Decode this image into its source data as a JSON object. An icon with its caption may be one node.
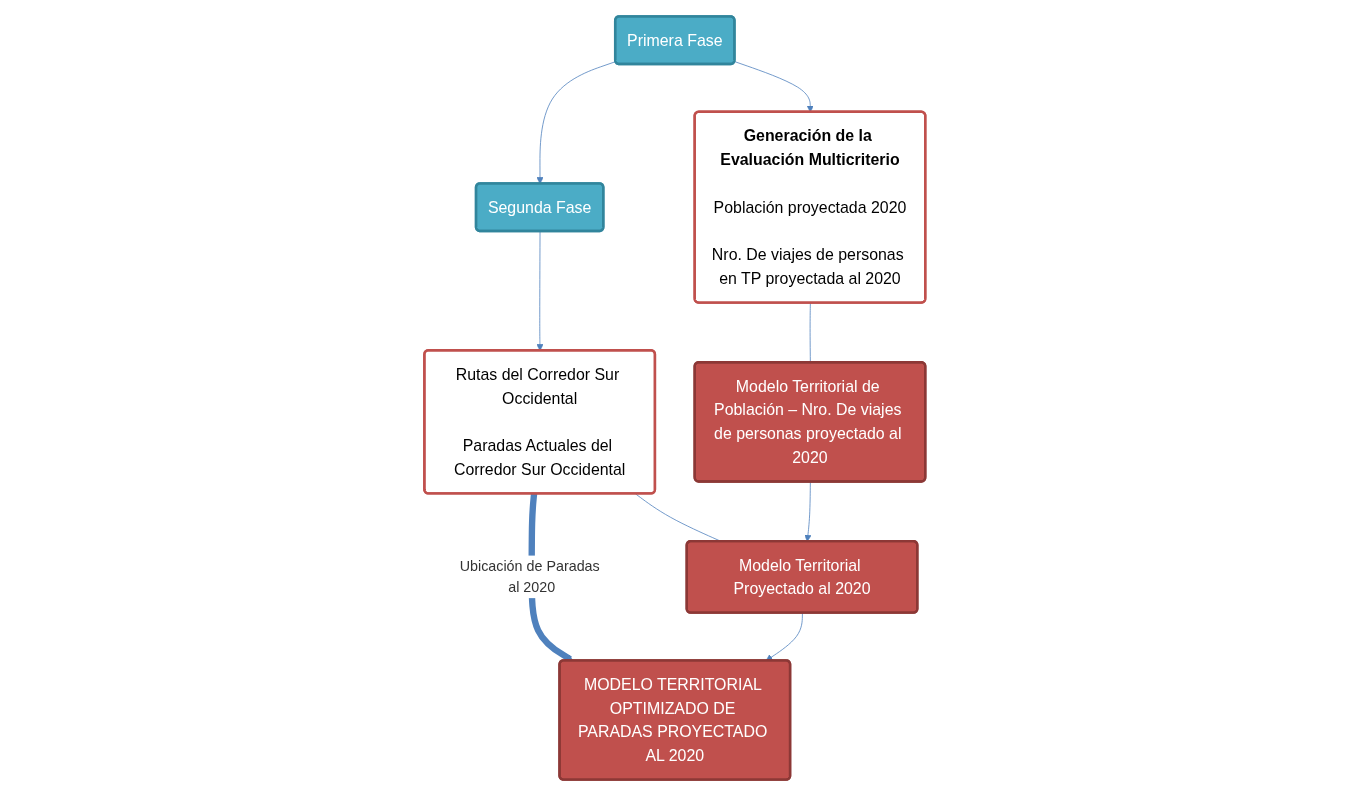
{
  "diagram": {
    "nodes": [
      {
        "text": [
          "Primera Fase"
        ]
      },
      {
        "text": [
          "Segunda Fase"
        ]
      },
      {
        "text": [
          "Generación de la Evaluación Multicriterio",
          "Población proyectada 2020",
          "Nro. De viajes de personas en TP proyectada al 2020"
        ]
      },
      {
        "text": [
          "Rutas del Corredor Sur Occidental",
          "Paradas Actuales del Corredor Sur Occidental"
        ]
      },
      {
        "text": [
          "MODELO TERRITORIAL OPTIMIZADO DE PARADAS PROYECTADO AL 2020"
        ]
      },
      {
        "text": [
          "Modelo Territorial de Población – Nro. De viajes de personas proyectado al 2020"
        ]
      },
      {
        "text": [
          "Modelo Territorial Proyectado al 2020"
        ]
      }
    ],
    "edges": [
      {
        "from": 0,
        "to": 1,
        "arrow": "to"
      },
      {
        "from": 0,
        "to": 2,
        "arrow": "to"
      },
      {
        "from": 1,
        "to": 3,
        "arrow": "to"
      },
      {
        "from": 3,
        "to": 4,
        "arrow": "to",
        "label": "Ubicación de Paradas al 2020",
        "style": "thick"
      },
      {
        "from": 2,
        "to": 5,
        "arrow": "none"
      },
      {
        "from": 3,
        "to": 6,
        "arrow": "none"
      },
      {
        "from": 5,
        "to": 6,
        "arrow": "to"
      },
      {
        "from": 6,
        "to": 4,
        "arrow": "to"
      }
    ]
  }
}
